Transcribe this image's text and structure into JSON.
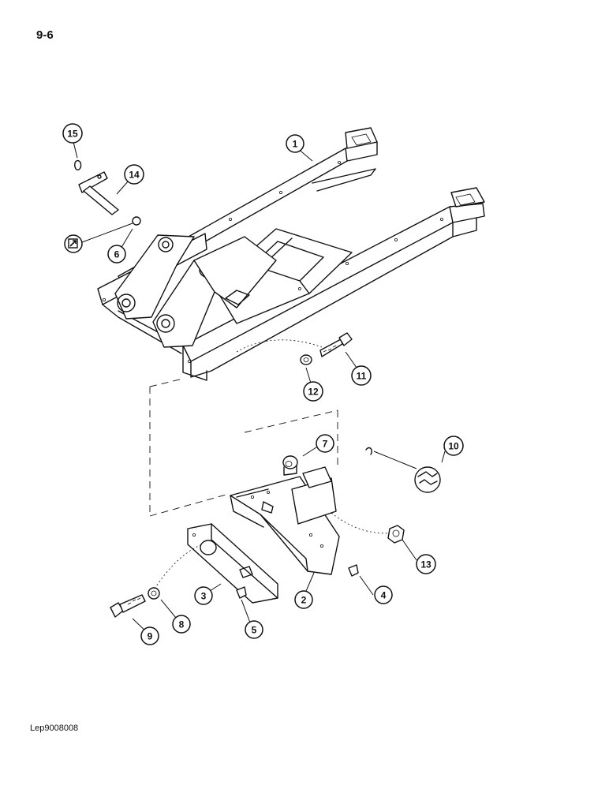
{
  "page": {
    "number": "9-6",
    "reference_code": "Lep9008008"
  },
  "callouts": [
    {
      "id": "c1",
      "label": "1"
    },
    {
      "id": "c2",
      "label": "2"
    },
    {
      "id": "c3",
      "label": "3"
    },
    {
      "id": "c4",
      "label": "4"
    },
    {
      "id": "c5",
      "label": "5"
    },
    {
      "id": "c6",
      "label": "6"
    },
    {
      "id": "c7",
      "label": "7"
    },
    {
      "id": "c8",
      "label": "8"
    },
    {
      "id": "c9",
      "label": "9"
    },
    {
      "id": "c10",
      "label": "10"
    },
    {
      "id": "c11",
      "label": "11"
    },
    {
      "id": "c12",
      "label": "12"
    },
    {
      "id": "c13",
      "label": "13"
    },
    {
      "id": "c14",
      "label": "14"
    },
    {
      "id": "c15",
      "label": "15"
    }
  ],
  "symbols": {
    "note_symbol": "square-arrow-icon"
  }
}
